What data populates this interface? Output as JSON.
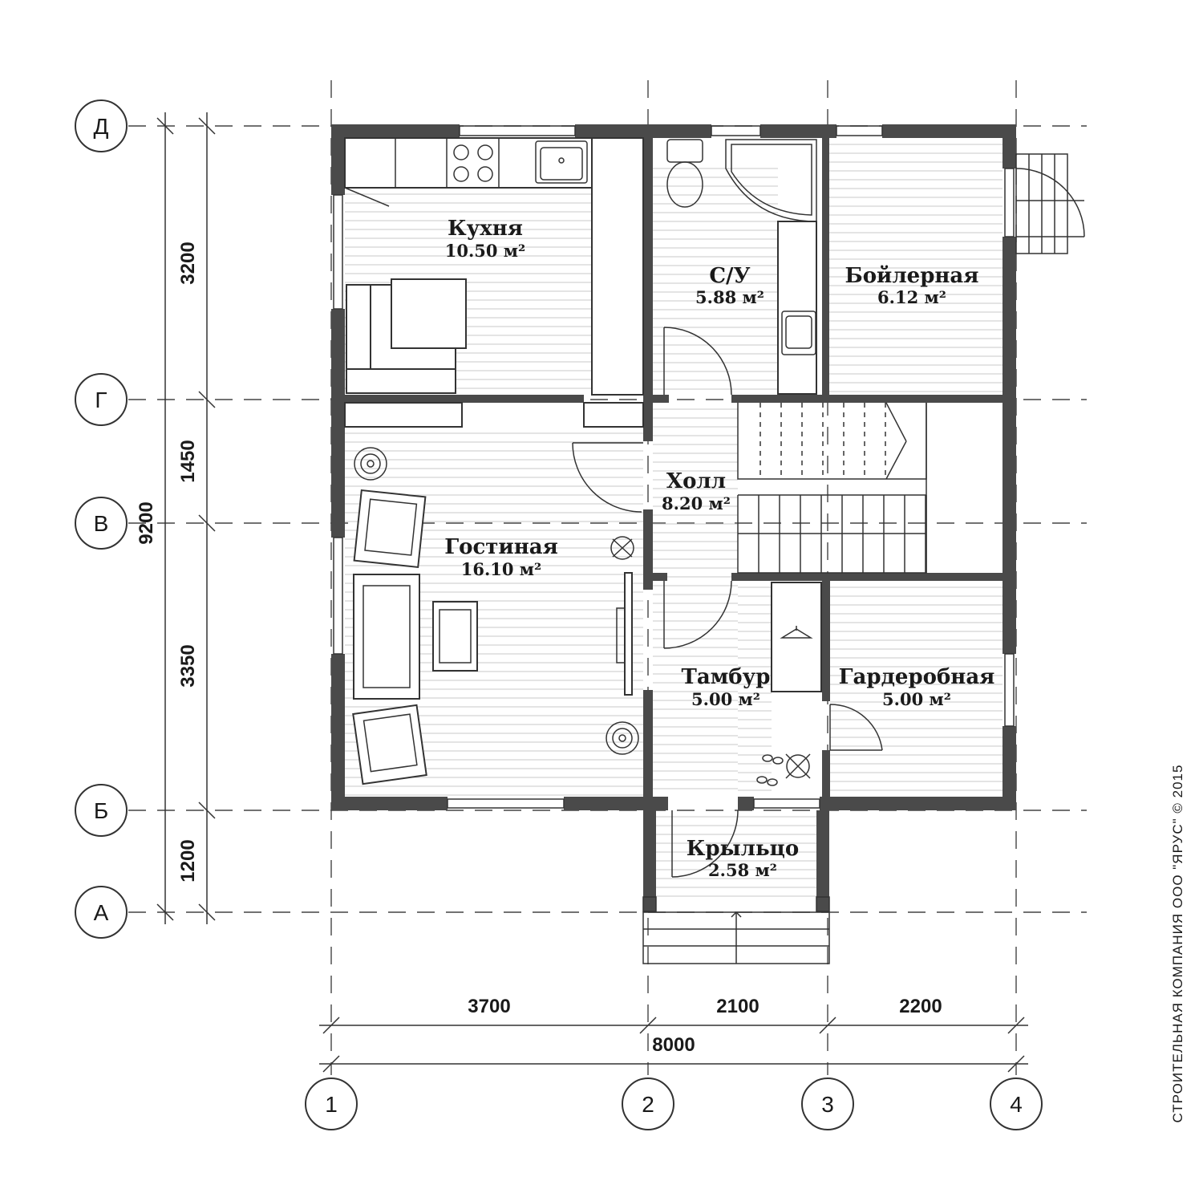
{
  "axes": {
    "rows": [
      "Д",
      "Г",
      "В",
      "Б",
      "А"
    ],
    "columns": [
      "1",
      "2",
      "3",
      "4"
    ]
  },
  "dimensions": {
    "vertical_total": "9200",
    "vertical": [
      "3200",
      "1450",
      "3350",
      "1200"
    ],
    "horizontal": [
      "3700",
      "2100",
      "2200"
    ],
    "horizontal_total": "8000"
  },
  "rooms": {
    "kitchen": {
      "name": "Кухня",
      "area": "10.50 м²"
    },
    "wc": {
      "name": "С/У",
      "area": "5.88 м²"
    },
    "boiler": {
      "name": "Бойлерная",
      "area": "6.12 м²"
    },
    "hall": {
      "name": "Холл",
      "area": "8.20 м²"
    },
    "living": {
      "name": "Гостиная",
      "area": "16.10 м²"
    },
    "vestibule": {
      "name": "Тамбур",
      "area": "5.00 м²"
    },
    "wardrobe": {
      "name": "Гардеробная",
      "area": "5.00 м²"
    },
    "porch": {
      "name": "Крыльцо",
      "area": "2.58 м²"
    }
  },
  "copyright": "СТРОИТЕЛЬНАЯ КОМПАНИЯ ООО \"ЯРУС\" © 2015"
}
